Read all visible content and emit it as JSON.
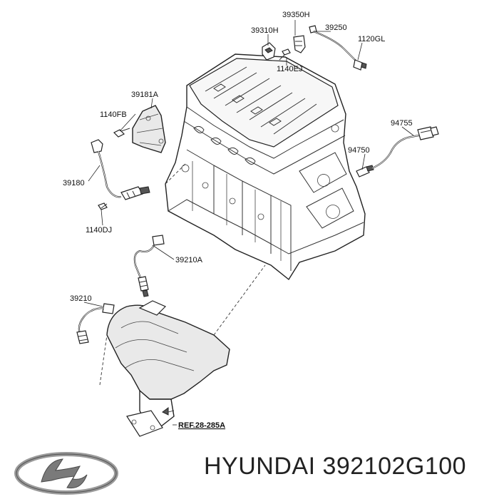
{
  "labels": {
    "p39350H": "39350H",
    "p39310H": "39310H",
    "p39250": "39250",
    "p1120GL": "1120GL",
    "p1140EJ": "1140EJ",
    "p39181A": "39181A",
    "p1140FB": "1140FB",
    "p94755": "94755",
    "p94750": "94750",
    "p39180": "39180",
    "p1140DJ": "1140DJ",
    "p39210A": "39210A",
    "p39210": "39210",
    "ref": "REF.28-285A"
  },
  "brand": {
    "text": "HYUNDAI 392102G100",
    "logo_icon": "hyundai-logo-icon"
  },
  "colors": {
    "line": "#222222",
    "background": "#ffffff"
  }
}
